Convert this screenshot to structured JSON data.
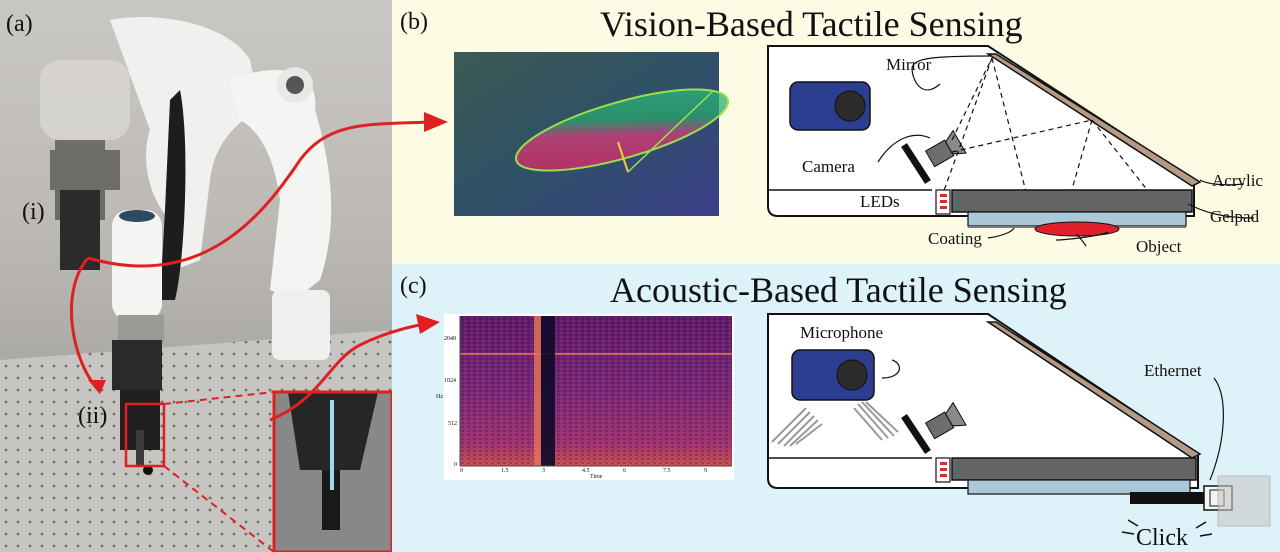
{
  "panels": {
    "a": {
      "label": "(a)",
      "markers": {
        "i": "(i)",
        "ii": "(ii)"
      }
    },
    "b": {
      "label": "(b)",
      "title": "Vision-Based Tactile Sensing",
      "labels": {
        "mirror": "Mirror",
        "camera": "Camera",
        "leds": "LEDs",
        "acrylic": "Acrylic",
        "gelpad": "Gelpad",
        "coating": "Coating",
        "object": "Object"
      }
    },
    "c": {
      "label": "(c)",
      "title": "Acoustic-Based Tactile Sensing",
      "labels": {
        "microphone": "Microphone",
        "ethernet": "Ethernet",
        "click": "Click"
      },
      "spectrogram": {
        "ylabel": "Hz",
        "xlabel": "Time",
        "yticks": [
          "2048",
          "1024",
          "512",
          "0"
        ],
        "xticks": [
          "0",
          "1.5",
          "3",
          "4.5",
          "6",
          "7.5",
          "9"
        ]
      }
    }
  },
  "colors": {
    "arrow": "#e02020",
    "panel_b_bg": "#fdfbe4",
    "panel_c_bg": "#def2f9",
    "object": "#e0202a",
    "gel": "#a9c9d8",
    "acrylic": "#646464",
    "mirror": "#b59a86",
    "led": "#d92e22",
    "box": "#2c3e8f"
  }
}
